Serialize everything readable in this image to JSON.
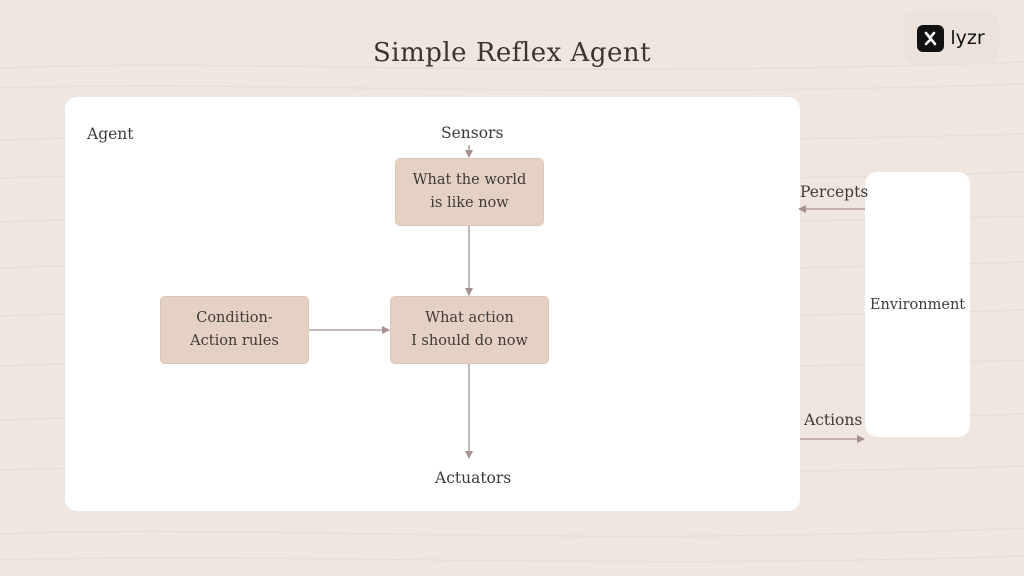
{
  "title": "Simple Reflex Agent",
  "logo": {
    "text": "lyzr",
    "icon": "lyzr-logo-icon"
  },
  "agent": {
    "label": "Agent"
  },
  "sensors": "Sensors",
  "actuators": "Actuators",
  "boxes": {
    "world": {
      "line1": "What the world",
      "line2": "is like now"
    },
    "action": {
      "line1": "What action",
      "line2": "I should do now"
    },
    "rules": {
      "line1": "Condition-",
      "line2": "Action rules"
    }
  },
  "environment": "Environment",
  "percepts": "Percepts",
  "actions": "Actions",
  "colors": {
    "background": "#efe7df",
    "panel": "#ffffff",
    "box": "#e5d1c3",
    "arrow": "#a89090",
    "text": "#3f3a37"
  }
}
